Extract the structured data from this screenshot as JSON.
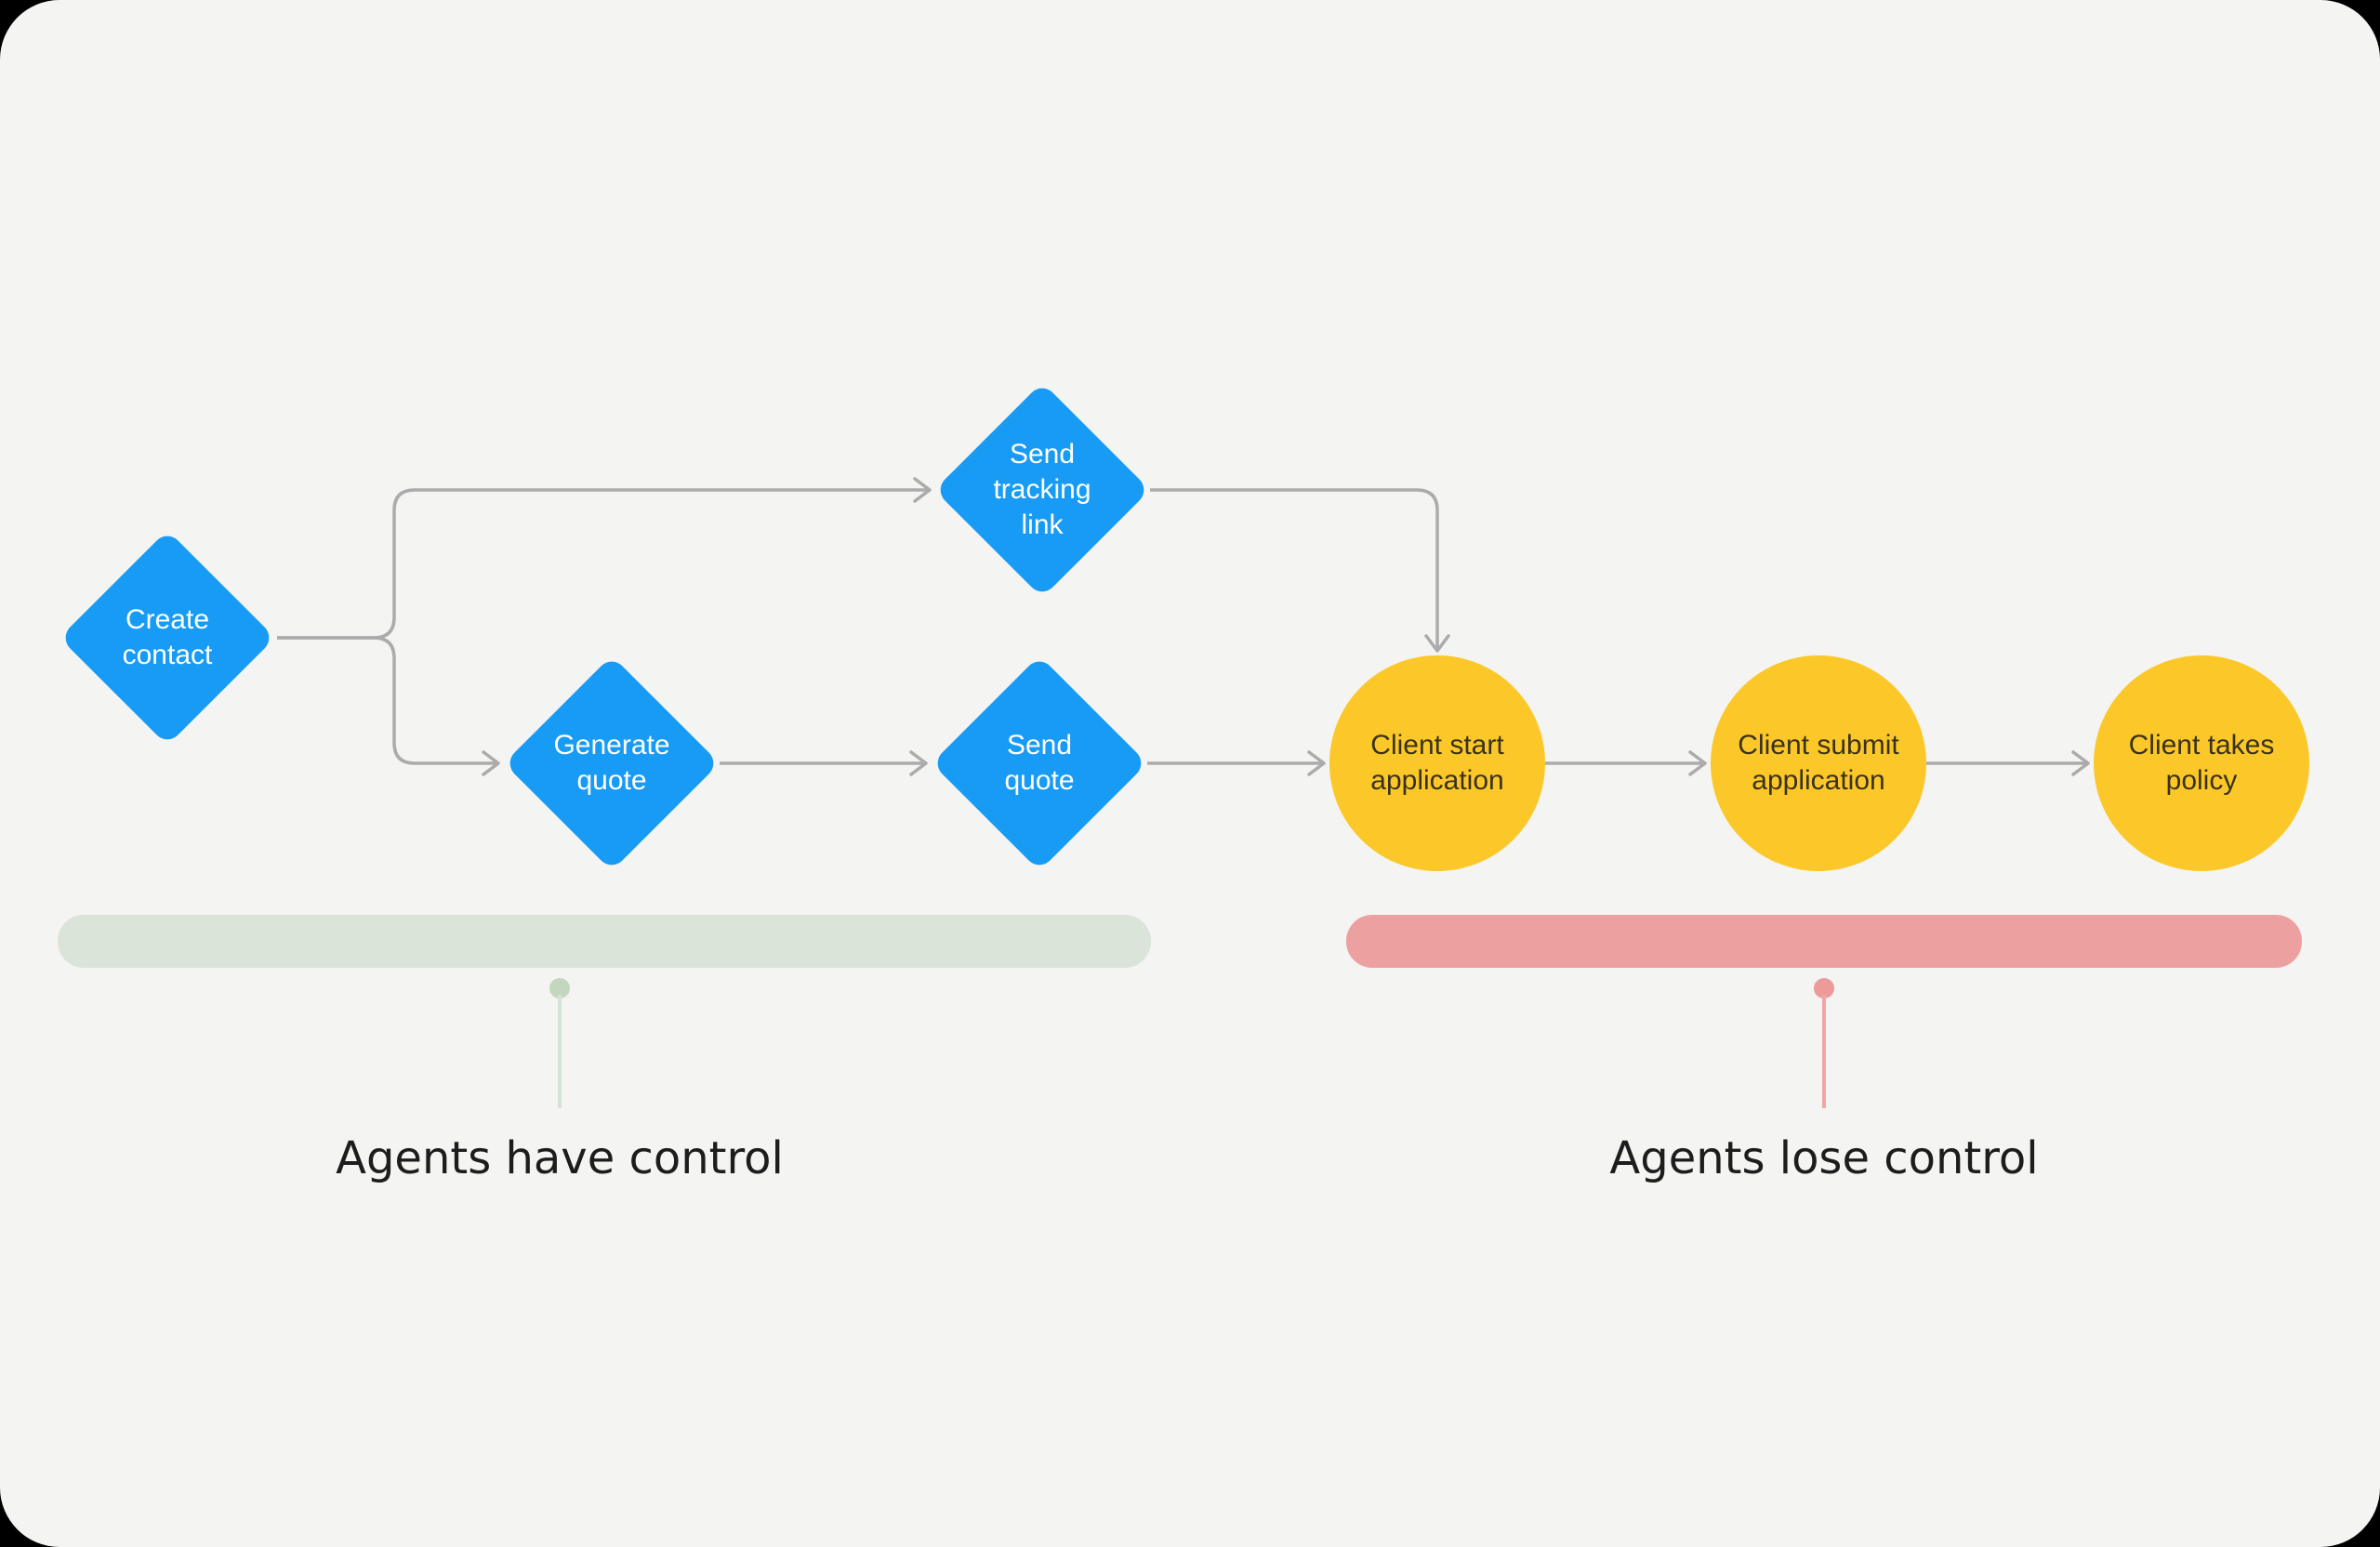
{
  "diagram": {
    "nodes": {
      "create_contact": {
        "type": "diamond",
        "label": "Create\ncontact"
      },
      "send_tracking_link": {
        "type": "diamond",
        "label": "Send\ntracking\nlink"
      },
      "generate_quote": {
        "type": "diamond",
        "label": "Generate\nquote"
      },
      "send_quote": {
        "type": "diamond",
        "label": "Send\nquote"
      },
      "client_start": {
        "type": "circle",
        "label": "Client start\napplication"
      },
      "client_submit": {
        "type": "circle",
        "label": "Client submit\napplication"
      },
      "client_takes": {
        "type": "circle",
        "label": "Client takes\npolicy"
      }
    },
    "edges": [
      {
        "from": "create_contact",
        "to": "send_tracking_link"
      },
      {
        "from": "create_contact",
        "to": "generate_quote"
      },
      {
        "from": "generate_quote",
        "to": "send_quote"
      },
      {
        "from": "send_quote",
        "to": "client_start"
      },
      {
        "from": "send_tracking_link",
        "to": "client_start"
      },
      {
        "from": "client_start",
        "to": "client_submit"
      },
      {
        "from": "client_submit",
        "to": "client_takes"
      }
    ],
    "zones": {
      "have_control": {
        "label": "Agents have control"
      },
      "lose_control": {
        "label": "Agents lose control"
      }
    }
  },
  "colors": {
    "bg": "#F4F4F3",
    "blue": "#189BF5",
    "yellow": "#FCC829",
    "green": "#DAE4D9",
    "pink": "#EDA0A0",
    "green-pin": "#C3D6C0",
    "green-stem": "#D6E2D4",
    "pink-pin": "#EC9A9A",
    "pink-stem": "#EFA6A6",
    "line": "#ABABAB"
  }
}
